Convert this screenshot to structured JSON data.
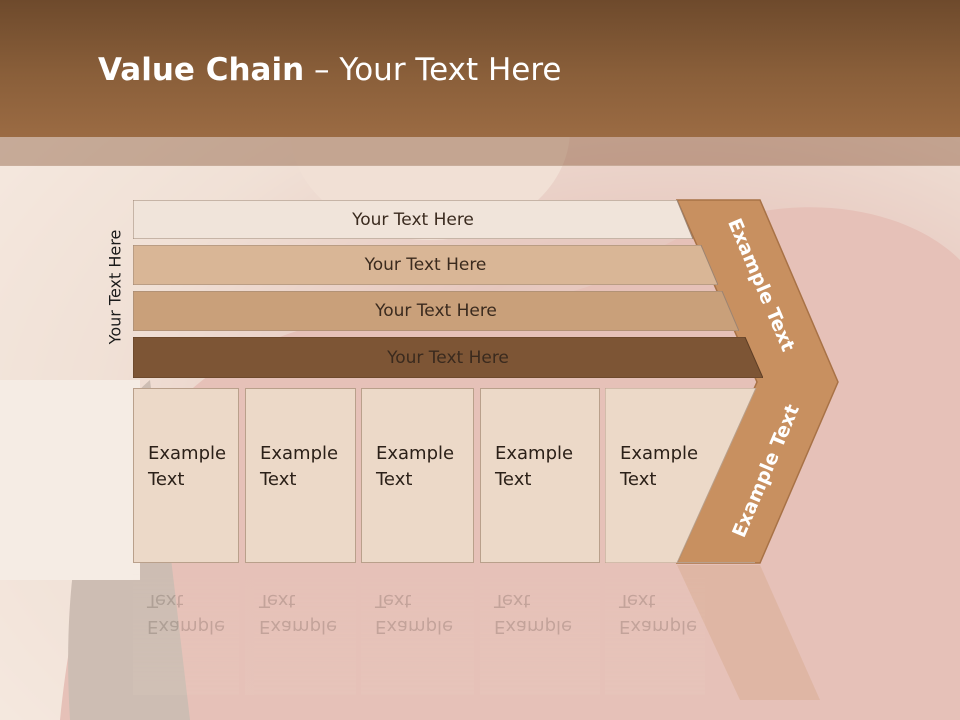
{
  "title": {
    "bold": "Value Chain",
    "rest": " – Your Text Here"
  },
  "side_label": "Your Text Here",
  "bars": [
    {
      "label": "Your Text Here",
      "color": "#f0e4da"
    },
    {
      "label": "Your Text Here",
      "color": "#d9b696"
    },
    {
      "label": "Your Text Here",
      "color": "#c9a07a"
    },
    {
      "label": "Your Text Here",
      "color": "#7d5535"
    }
  ],
  "boxes": [
    {
      "line1": "Example",
      "line2": "Text"
    },
    {
      "line1": "Example",
      "line2": "Text"
    },
    {
      "line1": "Example",
      "line2": "Text"
    },
    {
      "line1": "Example",
      "line2": "Text"
    },
    {
      "line1": "Example",
      "line2": "Text"
    }
  ],
  "chevron": {
    "upper_label": "Example Text",
    "lower_label": "Example Text",
    "color": "#c89060"
  }
}
